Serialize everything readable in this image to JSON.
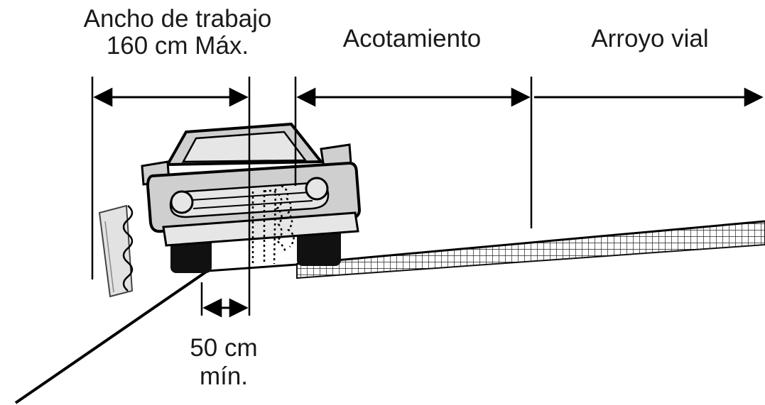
{
  "labels": {
    "working_width_line1": "Ancho de trabajo",
    "working_width_line2": "160 cm Máx.",
    "shoulder": "Acotamiento",
    "roadway": "Arroyo vial",
    "min_clearance_line1": "50 cm",
    "min_clearance_line2": "mín."
  },
  "colors": {
    "line": "#000000",
    "body": "#cfcfcf",
    "body_light": "#e6e6e6",
    "tire": "#111111",
    "post": "#e2e2e2"
  },
  "icons": {
    "vehicle": "pickup-truck-front-icon",
    "roadside_post": "guard-post-icon"
  }
}
